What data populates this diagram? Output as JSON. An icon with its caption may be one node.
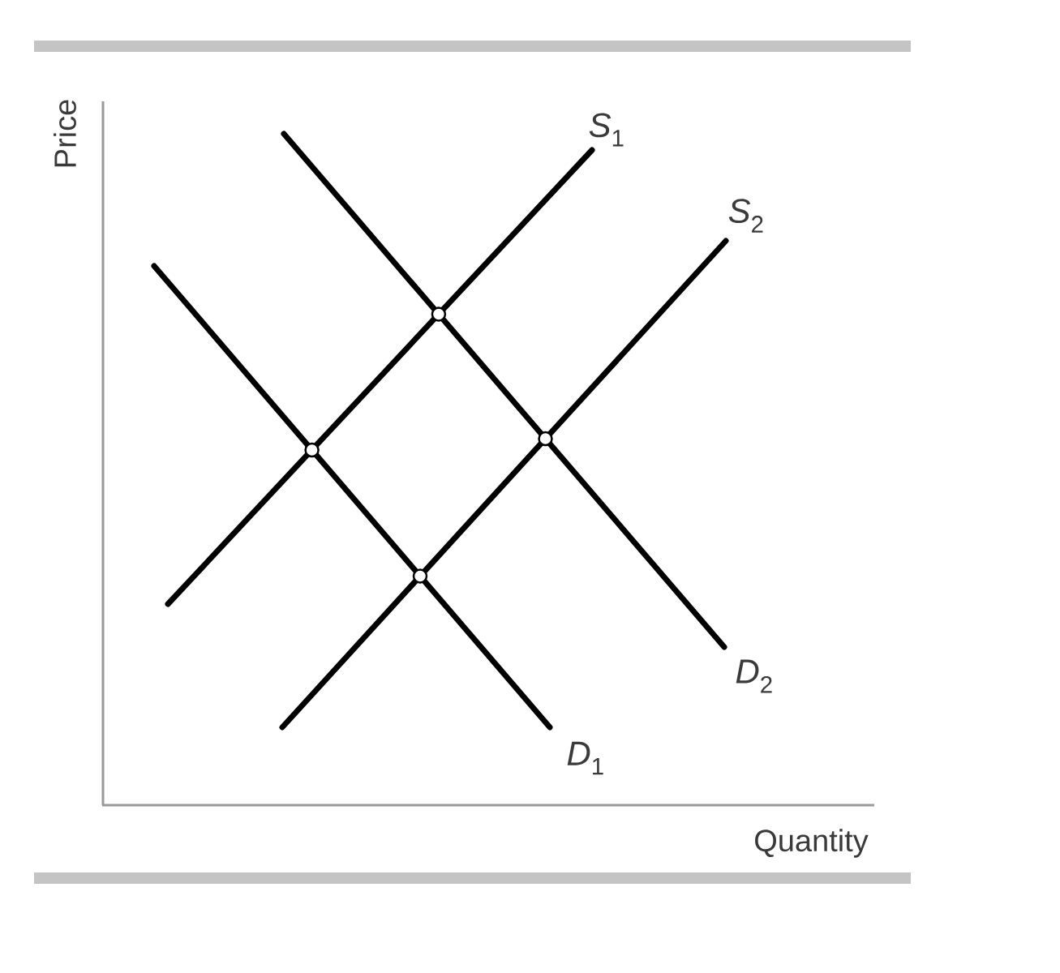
{
  "diagram": {
    "labels": [
      "Price",
      "*S*$_{1}$",
      "*S*$_{2}$",
      "*D*$_{2}$",
      "*D*$_{1}$",
      "Quantity"
    ]
  }
}
